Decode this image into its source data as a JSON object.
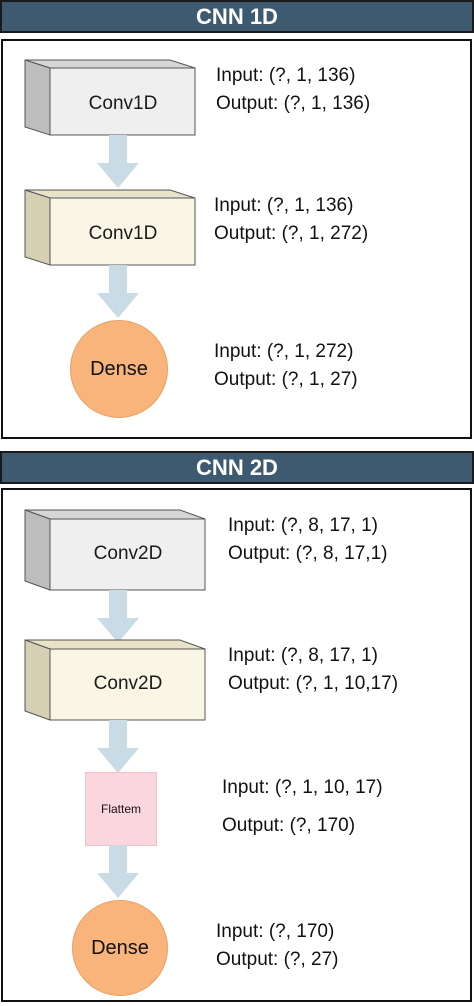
{
  "sections": [
    {
      "title": "CNN 1D",
      "layers": [
        {
          "label": "Conv1D",
          "input": "Input: (?, 1, 136)",
          "output": "Output: (?, 1, 136)"
        },
        {
          "label": "Conv1D",
          "input": "Input: (?, 1, 136)",
          "output": "Output: (?, 1, 272)"
        },
        {
          "label": "Dense",
          "input": "Input: (?, 1, 272)",
          "output": "Output: (?, 1, 27)"
        }
      ]
    },
    {
      "title": "CNN 2D",
      "layers": [
        {
          "label": "Conv2D",
          "input": "Input: (?, 8, 17, 1)",
          "output": "Output: (?, 8, 17,1)"
        },
        {
          "label": "Conv2D",
          "input": "Input: (?, 8, 17, 1)",
          "output": "Output: (?, 1, 10,17)"
        },
        {
          "label": "Flattem",
          "input": "Input: (?, 1, 10, 17)",
          "output": "Output: (?, 170)"
        },
        {
          "label": "Dense",
          "input": "Input: (?, 170)",
          "output": "Output: (?, 27)"
        }
      ]
    }
  ],
  "colors": {
    "header_bg": "#3d5a70",
    "conv_gray": "#efefef",
    "conv_cream": "#faf6e6",
    "dense": "#f8b47a",
    "flatten": "#fbd6de",
    "arrow": "#c9dce6"
  }
}
